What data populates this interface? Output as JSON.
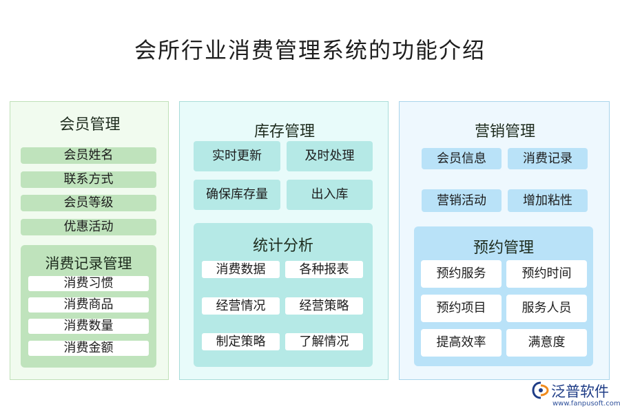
{
  "title": "会所行业消费管理系统的功能介绍",
  "member": {
    "heading": "会员管理",
    "items": [
      "会员姓名",
      "联系方式",
      "会员等级",
      "优惠活动"
    ],
    "sub": {
      "heading": "消费记录管理",
      "items": [
        "消费习惯",
        "消费商品",
        "消费数量",
        "消费金额"
      ]
    }
  },
  "stock": {
    "heading": "库存管理",
    "items": [
      "实时更新",
      "及时处理",
      "确保库存量",
      "出入库"
    ],
    "sub": {
      "heading": "统计分析",
      "items": [
        "消费数据",
        "各种报表",
        "经营情况",
        "经营策略",
        "制定策略",
        "了解情况"
      ]
    }
  },
  "market": {
    "heading": "营销管理",
    "items": [
      "会员信息",
      "消费记录",
      "营销活动",
      "增加粘性"
    ],
    "sub": {
      "heading": "预约管理",
      "items": [
        "预约服务",
        "预约时间",
        "预约项目",
        "服务人员",
        "提高效率",
        "满意度"
      ]
    }
  },
  "logo": {
    "name": "泛普软件",
    "url": "www.fanpusoft.com",
    "icon": "fanpu-logo-icon"
  },
  "colors": {
    "green_panel": "#f1fbef",
    "teal_panel": "#e8fbfa",
    "blue_panel": "#eef8fe",
    "green_pill": "#bfe3bc",
    "teal_pill": "#b5e9e6",
    "blue_pill": "#b9e2f8",
    "logo_blue": "#1e3c86",
    "logo_orange": "#f08a1c"
  }
}
